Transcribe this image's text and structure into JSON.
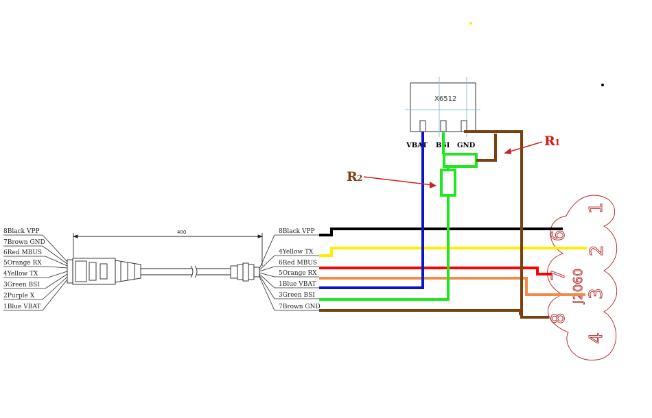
{
  "left_cable_labels": [
    "8Black VPP",
    "7Brown GND",
    "6Red MBUS",
    "5Orange RX",
    "4Yellow TX",
    "3Green BSI",
    "2Purple X",
    "1Blue VBAT"
  ],
  "dimension_label": "400",
  "right_cable_labels": [
    "8Black VPP",
    "4Yellow TX",
    "6Red MBUS",
    "5Orange RX",
    "1Blue VBAT",
    "3Green BSI",
    "7Brown GND"
  ],
  "chip": {
    "name": "X6512",
    "pins": [
      "VBAT",
      "BSI",
      "GND"
    ]
  },
  "resistors": {
    "r1": {
      "letter": "R",
      "subscript": "1"
    },
    "r2": {
      "letter": "R",
      "subscript": "2"
    }
  },
  "connector": {
    "part": "J2060",
    "pin_numbers": [
      "1",
      "6",
      "2",
      "7",
      "3",
      "8",
      "4"
    ]
  },
  "colors": {
    "black": "#000000",
    "yellow": "#ffee00",
    "red": "#ff0000",
    "orange": "#f28a4a",
    "blue": "#0a14d0",
    "green": "#22e622",
    "brown": "#7a4010",
    "r1_label": "#e01010",
    "r2_label": "#7a4010",
    "connector_stroke": "#b01a1a"
  }
}
